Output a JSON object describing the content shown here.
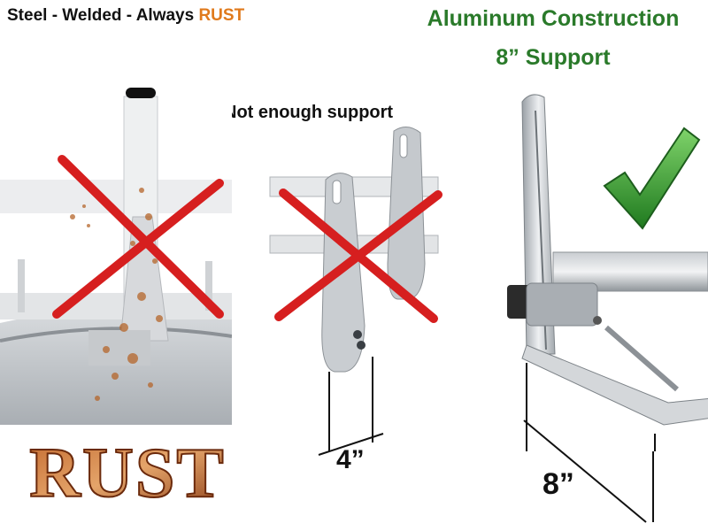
{
  "heading_left": {
    "prefix": "Steel - Welded - Always ",
    "highlight": "RUST",
    "highlight_color": "#e07a1c"
  },
  "heading_right": {
    "line1": "Aluminum Construction",
    "line2": "8” Support",
    "color": "#2a7a2a"
  },
  "middle_caption": "Not enough support",
  "rust_logo_text": "RUST",
  "dimension_4": "4”",
  "dimension_8": "8”",
  "colors": {
    "cross": "#d61f1f",
    "check": "#2e9a2e",
    "rust": "#b5652a"
  },
  "icons": [
    "cross-mark-icon",
    "check-mark-icon"
  ]
}
